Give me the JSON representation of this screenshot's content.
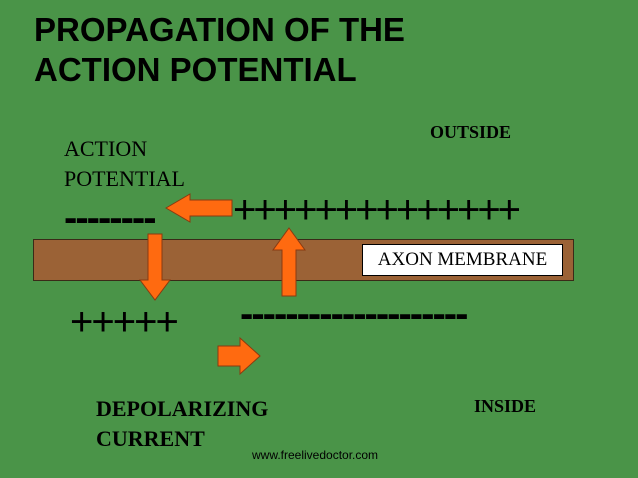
{
  "title": {
    "line1": "PROPAGATION OF THE",
    "line2": "ACTION POTENTIAL"
  },
  "labels": {
    "outside": "OUTSIDE",
    "inside": "INSIDE",
    "action_potential_line1": "ACTION",
    "action_potential_line2": "POTENTIAL",
    "depolarizing_line1": "DEPOLARIZING",
    "depolarizing_line2": "CURRENT",
    "membrane": "AXON MEMBRANE"
  },
  "charges": {
    "outside_left": "--------",
    "outside_right": "++++++++++++++",
    "inside_left": "+++++",
    "inside_right": "--------------------"
  },
  "watermark": "www.freelivedoctor.com",
  "colors": {
    "background": "#4a9448",
    "membrane": "#9b6236",
    "arrow_fill": "#ff6a10",
    "arrow_stroke": "#8a3a10"
  }
}
